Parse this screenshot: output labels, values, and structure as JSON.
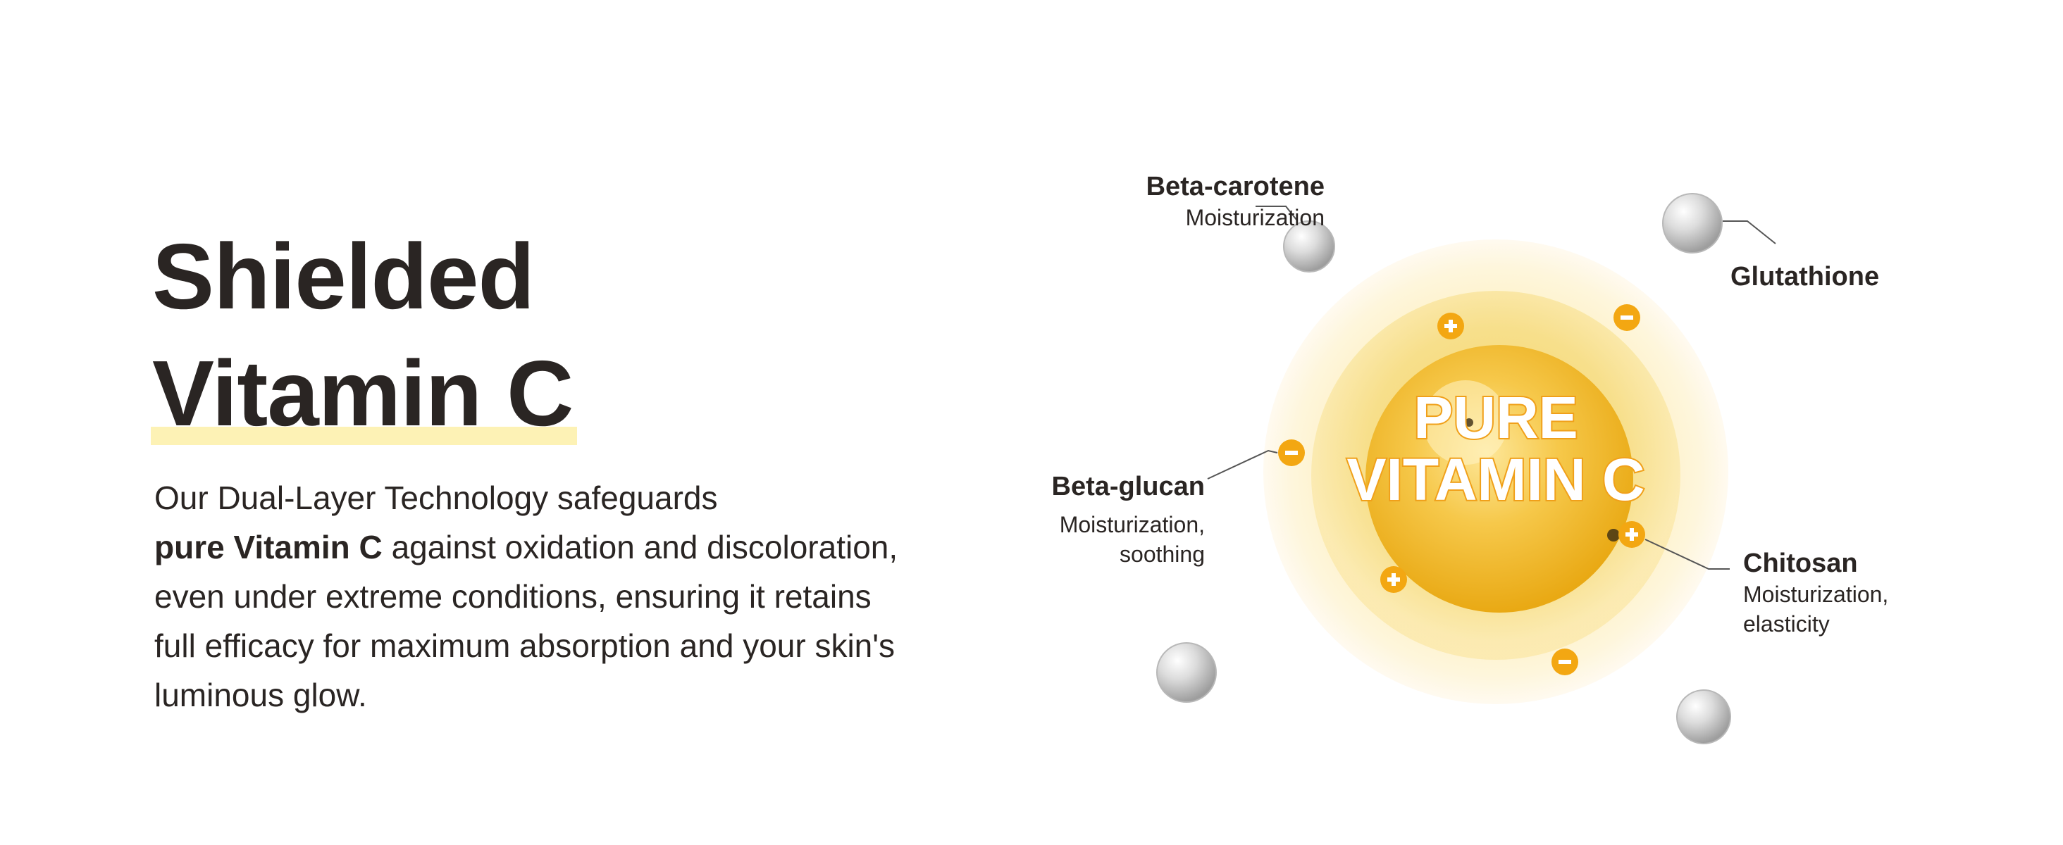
{
  "heading": {
    "line1": "Shielded",
    "line2": "Vitamin C"
  },
  "body": {
    "lead": "Our Dual-Layer Technology safeguards",
    "bold": "pure Vitamin C",
    "rest": "against oxidation and discoloration, even under extreme conditions, ensuring it retains full efficacy for maximum absorption and your skin's luminous glow."
  },
  "diagram": {
    "core_line1": "PURE",
    "core_line2": "VITAMIN C",
    "ingredients": [
      {
        "name": "Beta-carotene",
        "benefit": "Moisturization"
      },
      {
        "name": "Glutathione",
        "benefit": ""
      },
      {
        "name": "Beta-glucan",
        "benefit_line1": "Moisturization,",
        "benefit_line2": "soothing"
      },
      {
        "name": "Chitosan",
        "benefit_line1": "Moisturization,",
        "benefit_line2": "elasticity"
      }
    ]
  },
  "colors": {
    "text": "#2a2523",
    "highlight": "#fdf2b5",
    "accent_orange": "#f3a712",
    "core_yellow": "#f7d667"
  },
  "icons": [
    "plus-icon",
    "minus-icon",
    "molecule-sphere-icon"
  ]
}
